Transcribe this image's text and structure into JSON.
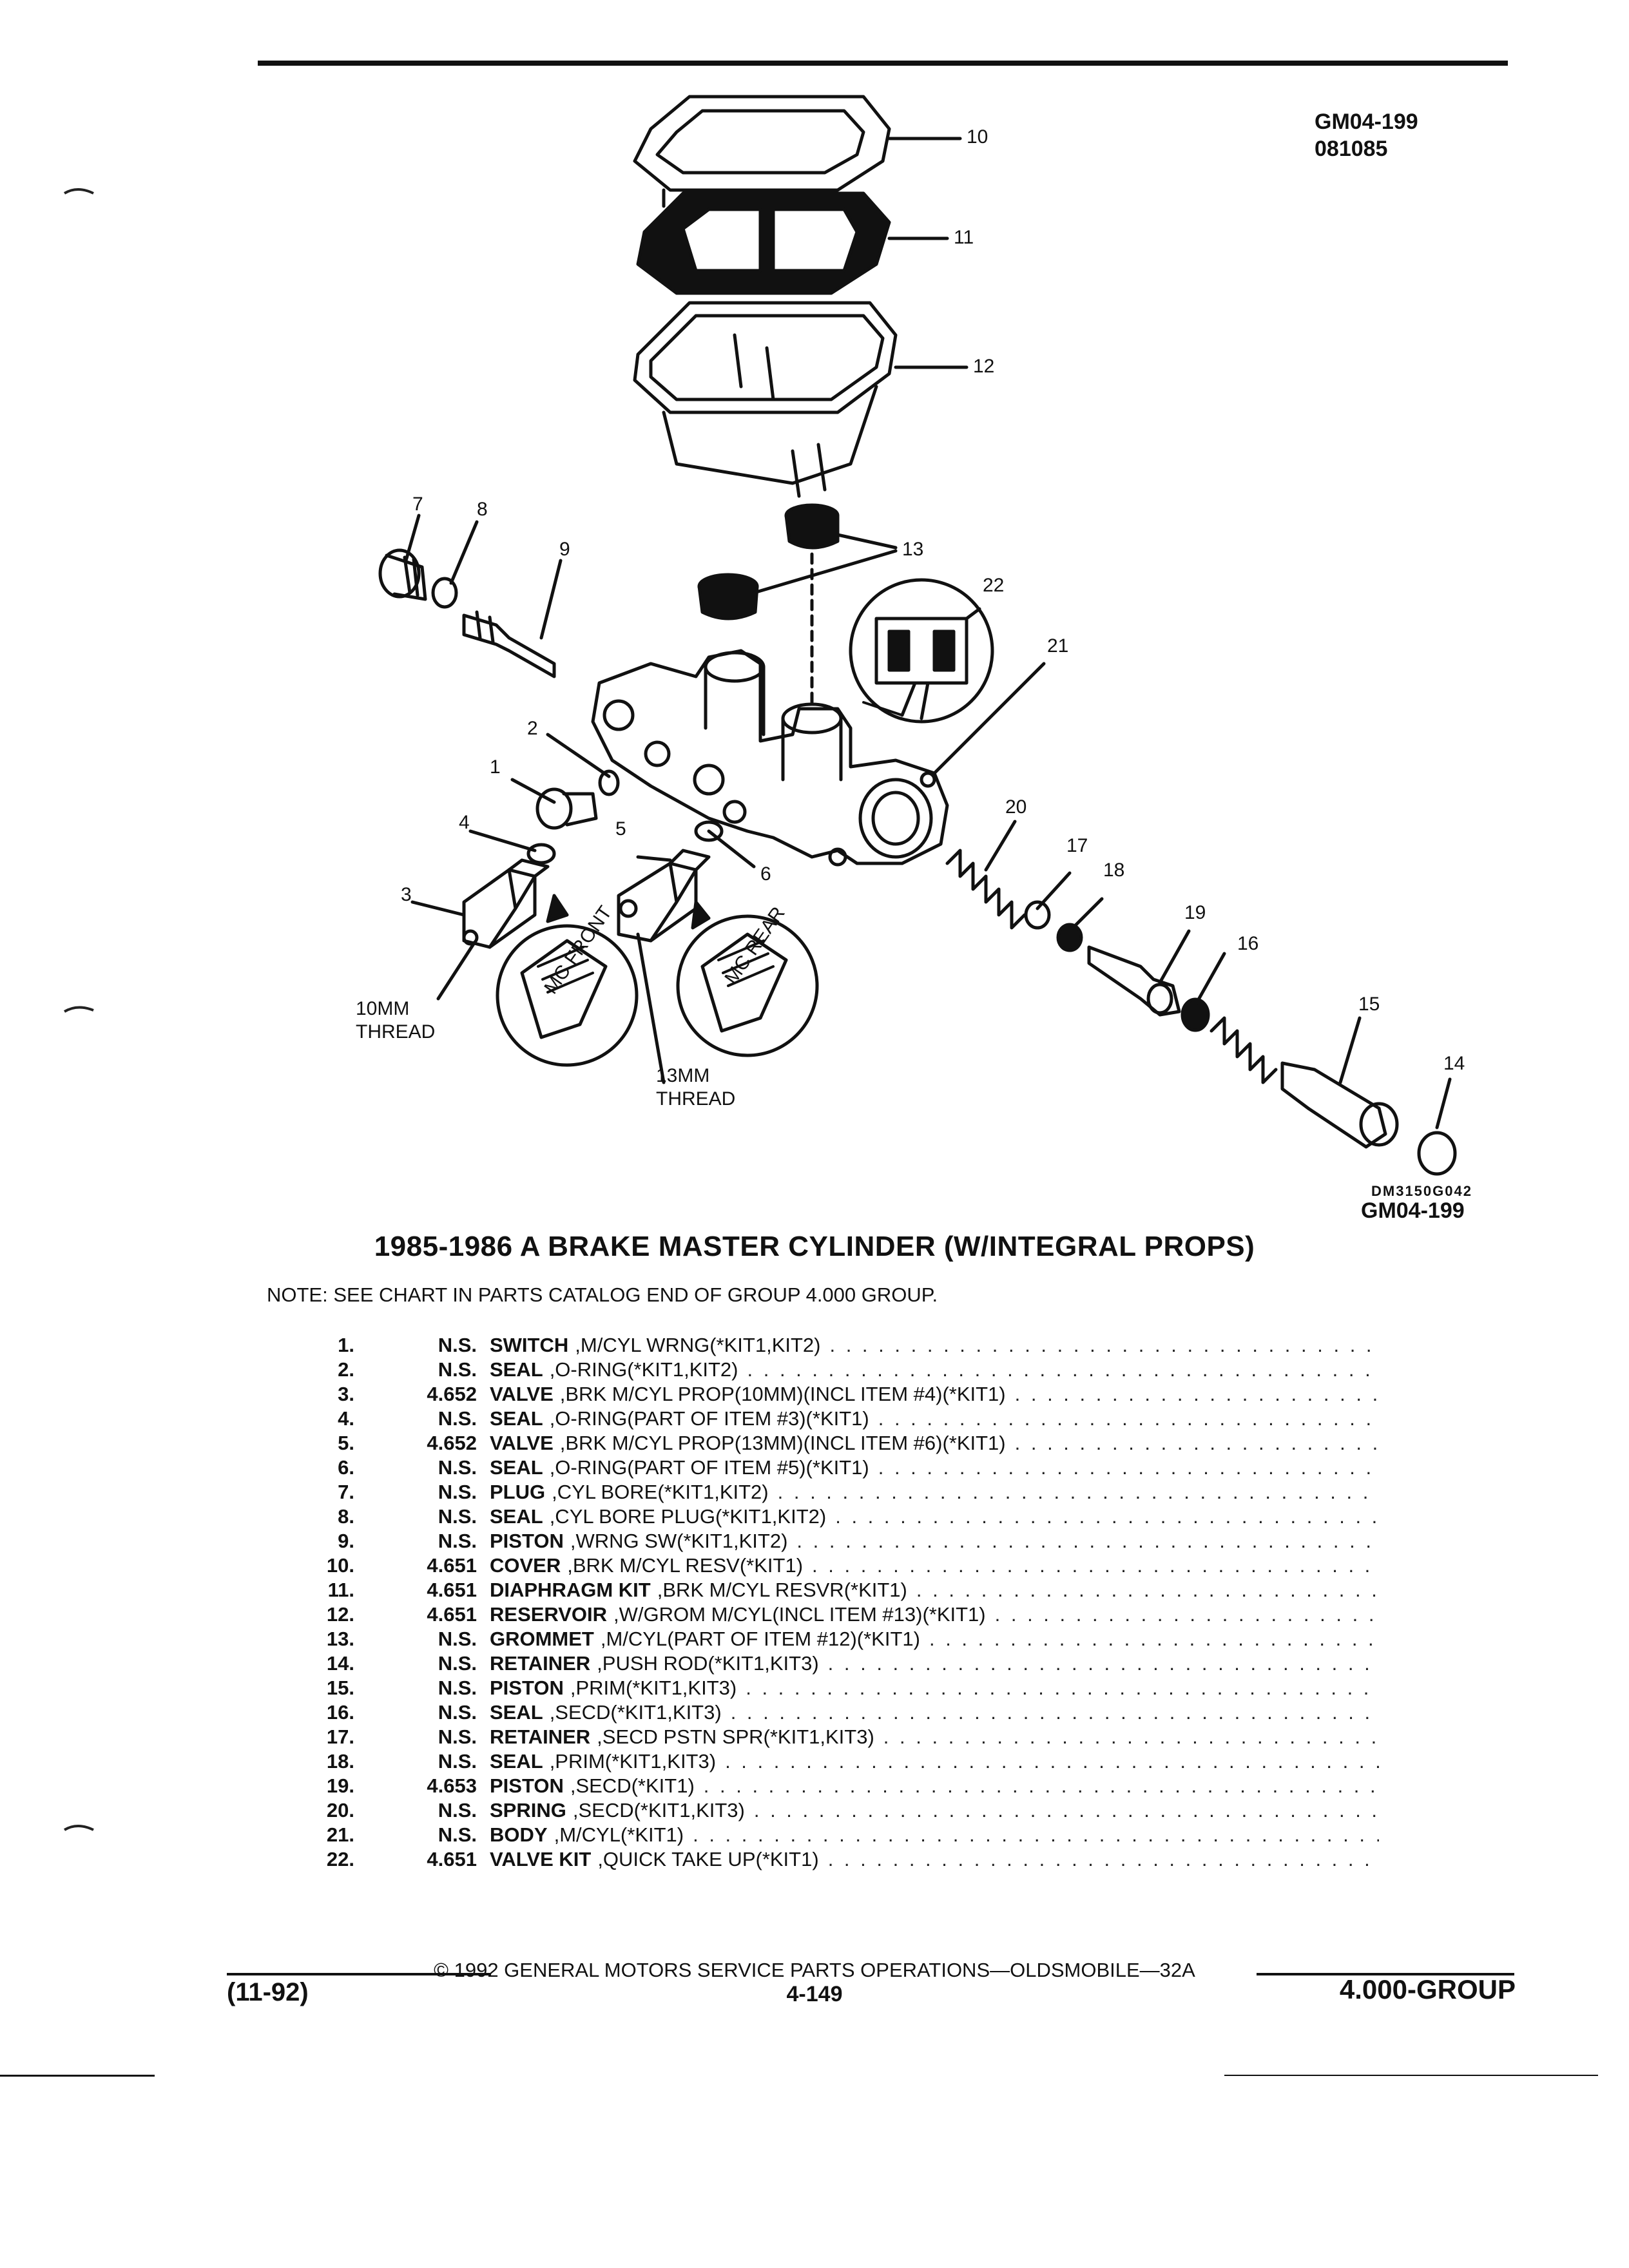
{
  "header": {
    "ref_code": "GM04-199",
    "ref_date": "081085"
  },
  "diagram": {
    "callouts": [
      "1",
      "2",
      "3",
      "4",
      "5",
      "6",
      "7",
      "8",
      "9",
      "10",
      "11",
      "12",
      "13",
      "14",
      "15",
      "16",
      "17",
      "18",
      "19",
      "20",
      "21",
      "22"
    ],
    "thread_10mm": [
      "10MM",
      "THREAD"
    ],
    "thread_13mm": [
      "13MM",
      "THREAD"
    ],
    "inset_front_text": "MC FRONT",
    "inset_rear_text": "MC REAR",
    "code_small": "DM3150G042",
    "code_big": "GM04-199"
  },
  "title": "1985-1986 A BRAKE MASTER CYLINDER (W/INTEGRAL PROPS)",
  "note": "NOTE: SEE CHART IN PARTS CATALOG END OF GROUP 4.000 GROUP.",
  "parts": [
    {
      "num": "1.",
      "group": "N.S.",
      "name": "SWITCH",
      "desc": ",M/CYL WRNG(*KIT1,KIT2)"
    },
    {
      "num": "2.",
      "group": "N.S.",
      "name": "SEAL",
      "desc": ",O-RING(*KIT1,KIT2)"
    },
    {
      "num": "3.",
      "group": "4.652",
      "name": "VALVE",
      "desc": ",BRK M/CYL PROP(10MM)(INCL ITEM #4)(*KIT1)"
    },
    {
      "num": "4.",
      "group": "N.S.",
      "name": "SEAL",
      "desc": ",O-RING(PART OF ITEM #3)(*KIT1)"
    },
    {
      "num": "5.",
      "group": "4.652",
      "name": "VALVE",
      "desc": ",BRK M/CYL PROP(13MM)(INCL ITEM #6)(*KIT1)"
    },
    {
      "num": "6.",
      "group": "N.S.",
      "name": "SEAL",
      "desc": ",O-RING(PART OF ITEM #5)(*KIT1)"
    },
    {
      "num": "7.",
      "group": "N.S.",
      "name": "PLUG",
      "desc": ",CYL BORE(*KIT1,KIT2)"
    },
    {
      "num": "8.",
      "group": "N.S.",
      "name": "SEAL",
      "desc": ",CYL BORE PLUG(*KIT1,KIT2)"
    },
    {
      "num": "9.",
      "group": "N.S.",
      "name": "PISTON",
      "desc": ",WRNG SW(*KIT1,KIT2)"
    },
    {
      "num": "10.",
      "group": "4.651",
      "name": "COVER",
      "desc": ",BRK M/CYL RESV(*KIT1)"
    },
    {
      "num": "11.",
      "group": "4.651",
      "name": "DIAPHRAGM KIT",
      "desc": ",BRK M/CYL RESVR(*KIT1)"
    },
    {
      "num": "12.",
      "group": "4.651",
      "name": "RESERVOIR",
      "desc": ",W/GROM M/CYL(INCL ITEM #13)(*KIT1)"
    },
    {
      "num": "13.",
      "group": "N.S.",
      "name": "GROMMET",
      "desc": ",M/CYL(PART OF ITEM #12)(*KIT1)"
    },
    {
      "num": "14.",
      "group": "N.S.",
      "name": "RETAINER",
      "desc": ",PUSH ROD(*KIT1,KIT3)"
    },
    {
      "num": "15.",
      "group": "N.S.",
      "name": "PISTON",
      "desc": ",PRIM(*KIT1,KIT3)"
    },
    {
      "num": "16.",
      "group": "N.S.",
      "name": "SEAL",
      "desc": ",SECD(*KIT1,KIT3)"
    },
    {
      "num": "17.",
      "group": "N.S.",
      "name": "RETAINER",
      "desc": ",SECD PSTN SPR(*KIT1,KIT3)"
    },
    {
      "num": "18.",
      "group": "N.S.",
      "name": "SEAL",
      "desc": ",PRIM(*KIT1,KIT3)"
    },
    {
      "num": "19.",
      "group": "4.653",
      "name": "PISTON",
      "desc": ",SECD(*KIT1)"
    },
    {
      "num": "20.",
      "group": "N.S.",
      "name": "SPRING",
      "desc": ",SECD(*KIT1,KIT3)"
    },
    {
      "num": "21.",
      "group": "N.S.",
      "name": "BODY",
      "desc": ",M/CYL(*KIT1)"
    },
    {
      "num": "22.",
      "group": "4.651",
      "name": "VALVE KIT",
      "desc": ",QUICK TAKE UP(*KIT1)"
    }
  ],
  "footer": {
    "copyright": "© 1992 GENERAL MOTORS SERVICE PARTS OPERATIONS—OLDSMOBILE—32A",
    "date": "(11-92)",
    "page": "4-149",
    "group": "4.000-GROUP"
  }
}
